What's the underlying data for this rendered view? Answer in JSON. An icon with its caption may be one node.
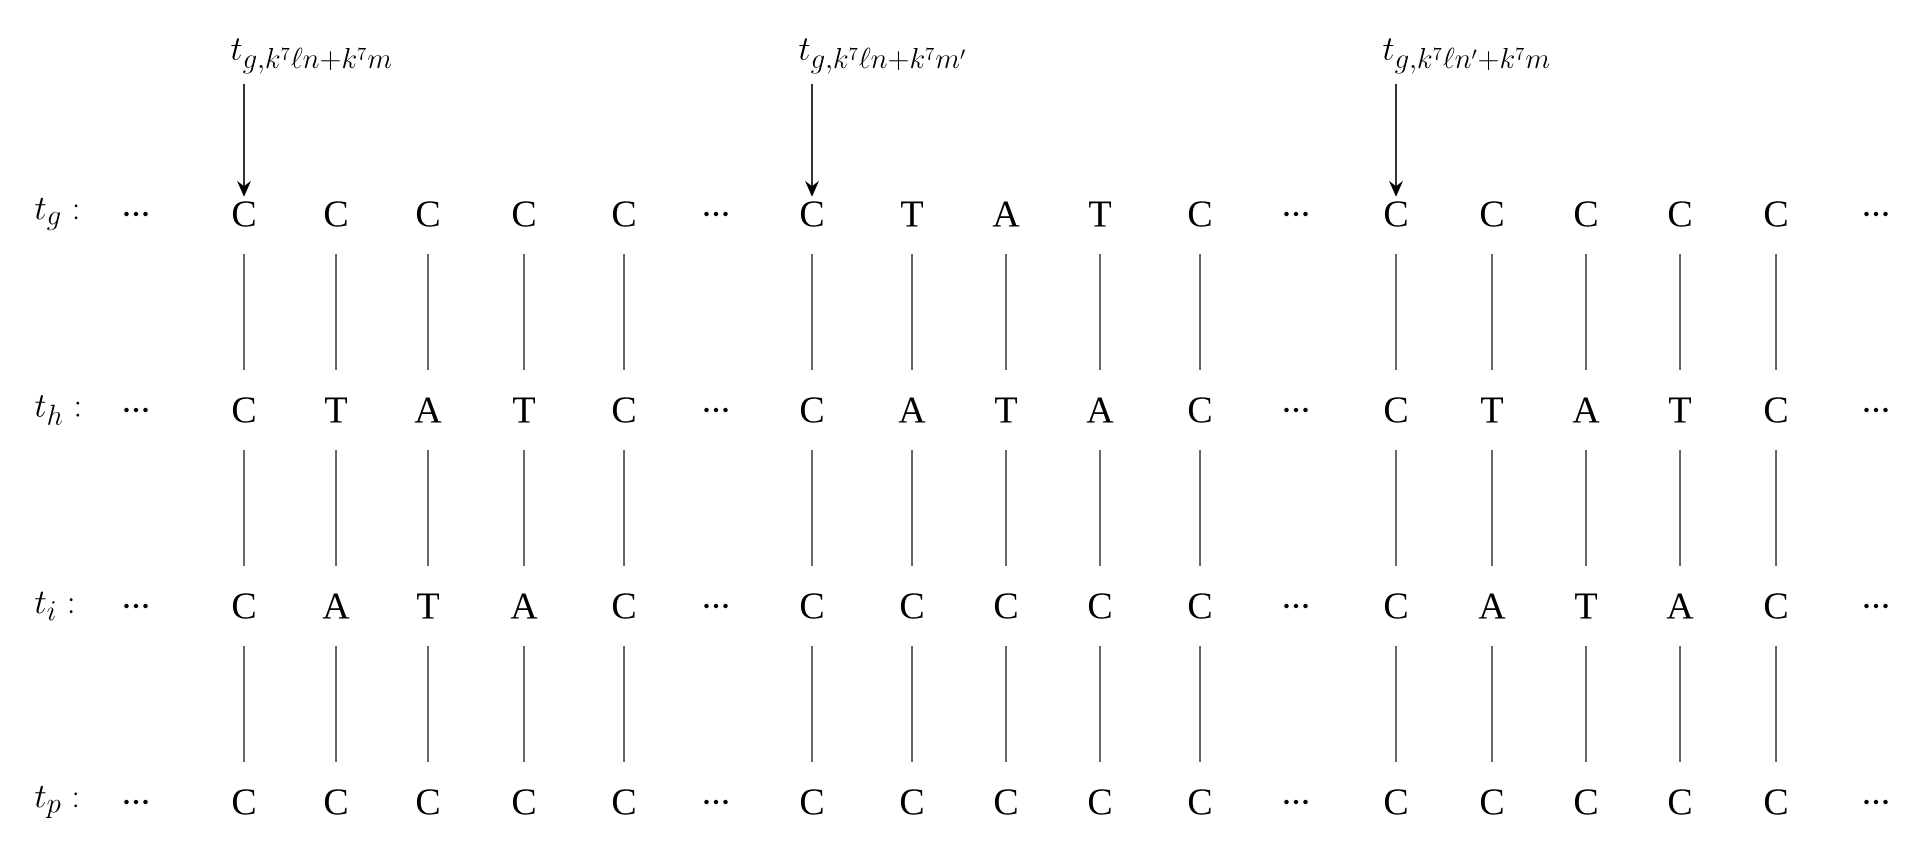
{
  "diagram": {
    "nodes": [
      {
        "text": [
          "t_{g,k^7\\ell n+k^7m}"
        ]
      },
      {
        "text": [
          "t_{g,k^7\\ell n+k^7m'}"
        ]
      },
      {
        "text": [
          "t_{g,k^7\\ell n'+k^7m}"
        ]
      },
      {
        "text": [
          "C"
        ]
      },
      {
        "text": [
          "C"
        ]
      },
      {
        "text": [
          "C"
        ]
      },
      {
        "text": [
          "C"
        ]
      },
      {
        "text": [
          "C"
        ]
      },
      {
        "text": [
          "C"
        ]
      },
      {
        "text": [
          "T"
        ]
      },
      {
        "text": [
          "A"
        ]
      },
      {
        "text": [
          "T"
        ]
      },
      {
        "text": [
          "C"
        ]
      },
      {
        "text": [
          "C"
        ]
      },
      {
        "text": [
          "C"
        ]
      },
      {
        "text": [
          "C"
        ]
      },
      {
        "text": [
          "C"
        ]
      },
      {
        "text": [
          "C"
        ]
      },
      {
        "text": [
          "C"
        ]
      },
      {
        "text": [
          "T"
        ]
      },
      {
        "text": [
          "A"
        ]
      },
      {
        "text": [
          "T"
        ]
      },
      {
        "text": [
          "C"
        ]
      },
      {
        "text": [
          "C"
        ]
      },
      {
        "text": [
          "A"
        ]
      },
      {
        "text": [
          "T"
        ]
      },
      {
        "text": [
          "A"
        ]
      },
      {
        "text": [
          "C"
        ]
      },
      {
        "text": [
          "C"
        ]
      },
      {
        "text": [
          "T"
        ]
      },
      {
        "text": [
          "A"
        ]
      },
      {
        "text": [
          "T"
        ]
      },
      {
        "text": [
          "C"
        ]
      },
      {
        "text": [
          "C"
        ]
      },
      {
        "text": [
          "A"
        ]
      },
      {
        "text": [
          "T"
        ]
      },
      {
        "text": [
          "A"
        ]
      },
      {
        "text": [
          "C"
        ]
      },
      {
        "text": [
          "C"
        ]
      },
      {
        "text": [
          "C"
        ]
      },
      {
        "text": [
          "C"
        ]
      },
      {
        "text": [
          "C"
        ]
      },
      {
        "text": [
          "C"
        ]
      },
      {
        "text": [
          "C"
        ]
      },
      {
        "text": [
          "A"
        ]
      },
      {
        "text": [
          "T"
        ]
      },
      {
        "text": [
          "A"
        ]
      },
      {
        "text": [
          "C"
        ]
      },
      {
        "text": [
          "C"
        ]
      },
      {
        "text": [
          "C"
        ]
      },
      {
        "text": [
          "C"
        ]
      },
      {
        "text": [
          "C"
        ]
      },
      {
        "text": [
          "C"
        ]
      },
      {
        "text": [
          "C"
        ]
      },
      {
        "text": [
          "C"
        ]
      },
      {
        "text": [
          "C"
        ]
      },
      {
        "text": [
          "C"
        ]
      },
      {
        "text": [
          "C"
        ]
      },
      {
        "text": [
          "C"
        ]
      },
      {
        "text": [
          "C"
        ]
      },
      {
        "text": [
          "C"
        ]
      },
      {
        "text": [
          "C"
        ]
      },
      {
        "text": [
          "C"
        ]
      }
    ],
    "edges": [
      {
        "from": 0,
        "to": 3,
        "arrow": "to"
      },
      {
        "from": 1,
        "to": 8,
        "arrow": "to"
      },
      {
        "from": 2,
        "to": 13,
        "arrow": "to"
      },
      {
        "from": 3,
        "to": 18,
        "arrow": "none"
      },
      {
        "from": 4,
        "to": 19,
        "arrow": "none"
      },
      {
        "from": 5,
        "to": 20,
        "arrow": "none"
      },
      {
        "from": 6,
        "to": 21,
        "arrow": "none"
      },
      {
        "from": 7,
        "to": 22,
        "arrow": "none"
      },
      {
        "from": 8,
        "to": 23,
        "arrow": "none"
      },
      {
        "from": 9,
        "to": 24,
        "arrow": "none"
      },
      {
        "from": 10,
        "to": 25,
        "arrow": "none"
      },
      {
        "from": 11,
        "to": 26,
        "arrow": "none"
      },
      {
        "from": 12,
        "to": 27,
        "arrow": "none"
      },
      {
        "from": 13,
        "to": 28,
        "arrow": "none"
      },
      {
        "from": 14,
        "to": 29,
        "arrow": "none"
      },
      {
        "from": 15,
        "to": 30,
        "arrow": "none"
      },
      {
        "from": 16,
        "to": 31,
        "arrow": "none"
      },
      {
        "from": 17,
        "to": 32,
        "arrow": "none"
      },
      {
        "from": 18,
        "to": 33,
        "arrow": "none"
      },
      {
        "from": 19,
        "to": 34,
        "arrow": "none"
      },
      {
        "from": 20,
        "to": 35,
        "arrow": "none"
      },
      {
        "from": 21,
        "to": 36,
        "arrow": "none"
      },
      {
        "from": 22,
        "to": 37,
        "arrow": "none"
      },
      {
        "from": 23,
        "to": 38,
        "arrow": "none"
      },
      {
        "from": 24,
        "to": 39,
        "arrow": "none"
      },
      {
        "from": 25,
        "to": 40,
        "arrow": "none"
      },
      {
        "from": 26,
        "to": 41,
        "arrow": "none"
      },
      {
        "from": 27,
        "to": 42,
        "arrow": "none"
      },
      {
        "from": 28,
        "to": 43,
        "arrow": "none"
      },
      {
        "from": 29,
        "to": 44,
        "arrow": "none"
      },
      {
        "from": 30,
        "to": 45,
        "arrow": "none"
      },
      {
        "from": 31,
        "to": 46,
        "arrow": "none"
      },
      {
        "from": 32,
        "to": 47,
        "arrow": "none"
      },
      {
        "from": 33,
        "to": 48,
        "arrow": "none"
      },
      {
        "from": 34,
        "to": 49,
        "arrow": "none"
      },
      {
        "from": 35,
        "to": 50,
        "arrow": "none"
      },
      {
        "from": 36,
        "to": 51,
        "arrow": "none"
      },
      {
        "from": 37,
        "to": 52,
        "arrow": "none"
      },
      {
        "from": 38,
        "to": 53,
        "arrow": "none"
      },
      {
        "from": 39,
        "to": 54,
        "arrow": "none"
      },
      {
        "from": 40,
        "to": 55,
        "arrow": "none"
      },
      {
        "from": 41,
        "to": 56,
        "arrow": "none"
      },
      {
        "from": 42,
        "to": 57,
        "arrow": "none"
      },
      {
        "from": 43,
        "to": 58,
        "arrow": "none"
      },
      {
        "from": 44,
        "to": 59,
        "arrow": "none"
      },
      {
        "from": 45,
        "to": 60,
        "arrow": "none"
      },
      {
        "from": 46,
        "to": 61,
        "arrow": "none"
      },
      {
        "from": 47,
        "to": 62,
        "arrow": "none"
      }
    ],
    "labels": [
      "t_g:",
      "...",
      "...",
      "...",
      "...",
      "t_h:",
      "...",
      "...",
      "...",
      "...",
      "t_i:",
      "...",
      "...",
      "...",
      "...",
      "t_p:",
      "...",
      "...",
      "...",
      "..."
    ]
  }
}
